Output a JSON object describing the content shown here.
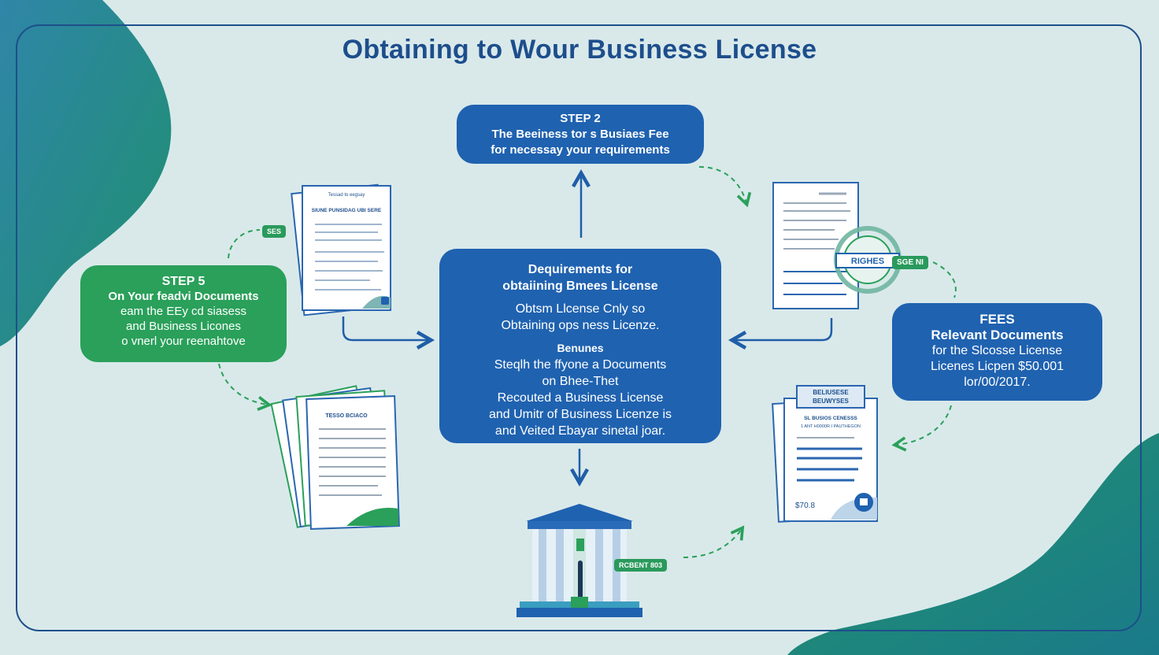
{
  "title": "Obtaining to Wour Business License",
  "step2": {
    "label": "STEP 2",
    "line1": "The Beeiness tor s Busiaes Fee",
    "line2": "for necessay your requirements"
  },
  "step5": {
    "label": "STEP 5",
    "line1": "On Your feadvi Documents",
    "line2": "eam the EEy cd siasess",
    "line3": "and Business Licones",
    "line4": "o vnerl your reenahtove"
  },
  "center": {
    "heading1": "Dequirements for",
    "heading2": "obtaiining Bmees License",
    "line1": "Obtsm Llcense Cnly so",
    "line2": "Obtaining ops ness Licenze.",
    "subheading": "Benunes",
    "line3": "Steqlh the ffyone a Documents",
    "line4": "on Bhee-Thet",
    "line5": "Recouted a Business License",
    "line6": "and Umitr of Business Licenze is",
    "line7": "and Veited Ebayar sinetal joar."
  },
  "fees": {
    "label": "FEES",
    "heading": "Relevant Documents",
    "line1": "for the Slcosse License",
    "line2": "Licenes Licpen $50.001",
    "line3": "lor/00/2017."
  },
  "tags": {
    "left_doc": "SES",
    "right_doc": "SGE NI",
    "stamp": "RIGHES",
    "bank": "RCBENT 803"
  },
  "documents": {
    "top_left_title": "Tessad to eegsay",
    "top_left_heading": "SIUNE PUNSIDAG UBI SERE",
    "bottom_left_heading": "TESSO BCIACO",
    "bottom_right_header1": "BELIUSESE",
    "bottom_right_header2": "BEUWYSES",
    "bottom_right_heading": "SL BUSIOS CENESSS",
    "bottom_right_sub": "1 ANT H0000R I PAUTHEGON",
    "bottom_right_amount": "$70.8"
  },
  "colors": {
    "background": "#d9e9ea",
    "primary_blue": "#1f62b0",
    "title_blue": "#1d4e8c",
    "green": "#2aa05a",
    "teal_blob": "#2a8a8f"
  }
}
